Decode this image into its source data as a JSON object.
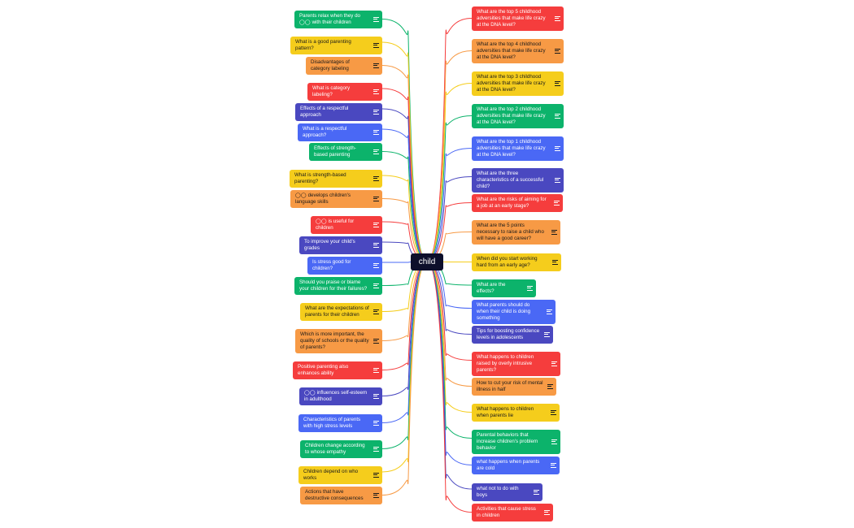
{
  "root": {
    "label": "child"
  },
  "colors": {
    "green": "#0cb36b",
    "yellow": "#f5cd1c",
    "orange": "#f79a45",
    "red": "#f53d3d",
    "indigo": "#4a48c0",
    "blue": "#4a68f5"
  },
  "left": [
    {
      "label": "Parents relax when they do ◯◯ with their children",
      "color": "green"
    },
    {
      "label": "What is a good parenting pattern?",
      "color": "yellow"
    },
    {
      "label": "Disadvantages of category labeling",
      "color": "orange"
    },
    {
      "label": "What is category labeling?",
      "color": "red"
    },
    {
      "label": "Effects of a respectful approach",
      "color": "indigo"
    },
    {
      "label": "What is a respectful approach?",
      "color": "blue"
    },
    {
      "label": "Effects of strength-based parenting",
      "color": "green"
    },
    {
      "label": "What is strength-based parenting?",
      "color": "yellow"
    },
    {
      "label": "◯◯ develops children's language skills",
      "color": "orange"
    },
    {
      "label": "◯◯ is useful for children",
      "color": "red"
    },
    {
      "label": "To improve your child's grades",
      "color": "indigo"
    },
    {
      "label": "Is stress good for children?",
      "color": "blue"
    },
    {
      "label": "Should you praise or blame your children for their failures?",
      "color": "green"
    },
    {
      "label": "What are the expectations of parents for their children",
      "color": "yellow"
    },
    {
      "label": "Which is more important, the quality of schools or the quality of parents?",
      "color": "orange"
    },
    {
      "label": "Positive parenting also enhances ability",
      "color": "red"
    },
    {
      "label": "◯◯ influences self-esteem in adulthood",
      "color": "indigo"
    },
    {
      "label": "Characteristics of parents with high stress levels",
      "color": "blue"
    },
    {
      "label": "Children change according to whose empathy",
      "color": "green"
    },
    {
      "label": "Children depend on who works",
      "color": "yellow"
    },
    {
      "label": "Actions that have destructive consequences",
      "color": "orange"
    }
  ],
  "right": [
    {
      "label": "What are the top 5 childhood adversities that make life crazy at the DNA level?",
      "color": "red"
    },
    {
      "label": "What are the top 4 childhood adversities that make life crazy at the DNA level?",
      "color": "orange"
    },
    {
      "label": "What are the top 3 childhood adversities that make life crazy at the DNA level?",
      "color": "yellow"
    },
    {
      "label": "What are the top 2 childhood adversities that make life crazy at the DNA level?",
      "color": "green"
    },
    {
      "label": "What are the top 1 childhood adversities that make life crazy at the DNA level?",
      "color": "blue"
    },
    {
      "label": "What are the three characteristics of a successful child?",
      "color": "indigo"
    },
    {
      "label": "What are the risks of aiming for a job at an early stage?",
      "color": "red"
    },
    {
      "label": "What are the 5 points necessary to raise a child who will have a good career?",
      "color": "orange"
    },
    {
      "label": "When did you start working hard from an early age?",
      "color": "yellow"
    },
    {
      "label": "What are the effects?",
      "color": "green"
    },
    {
      "label": "What parents should do when their child is doing something",
      "color": "blue"
    },
    {
      "label": "Tips for boosting confidence levels in adolescents",
      "color": "indigo"
    },
    {
      "label": "What happens to children raised by overly intrusive parents?",
      "color": "red"
    },
    {
      "label": "How to cut your risk of mental illness in half",
      "color": "orange"
    },
    {
      "label": "What happens to children when parents lie",
      "color": "yellow"
    },
    {
      "label": "Parental behaviors that increase children's problem behavior",
      "color": "green"
    },
    {
      "label": "what happens when parents are cold",
      "color": "blue"
    },
    {
      "label": "what not to do with boys",
      "color": "indigo"
    },
    {
      "label": "Activities that cause stress in children",
      "color": "red"
    }
  ]
}
